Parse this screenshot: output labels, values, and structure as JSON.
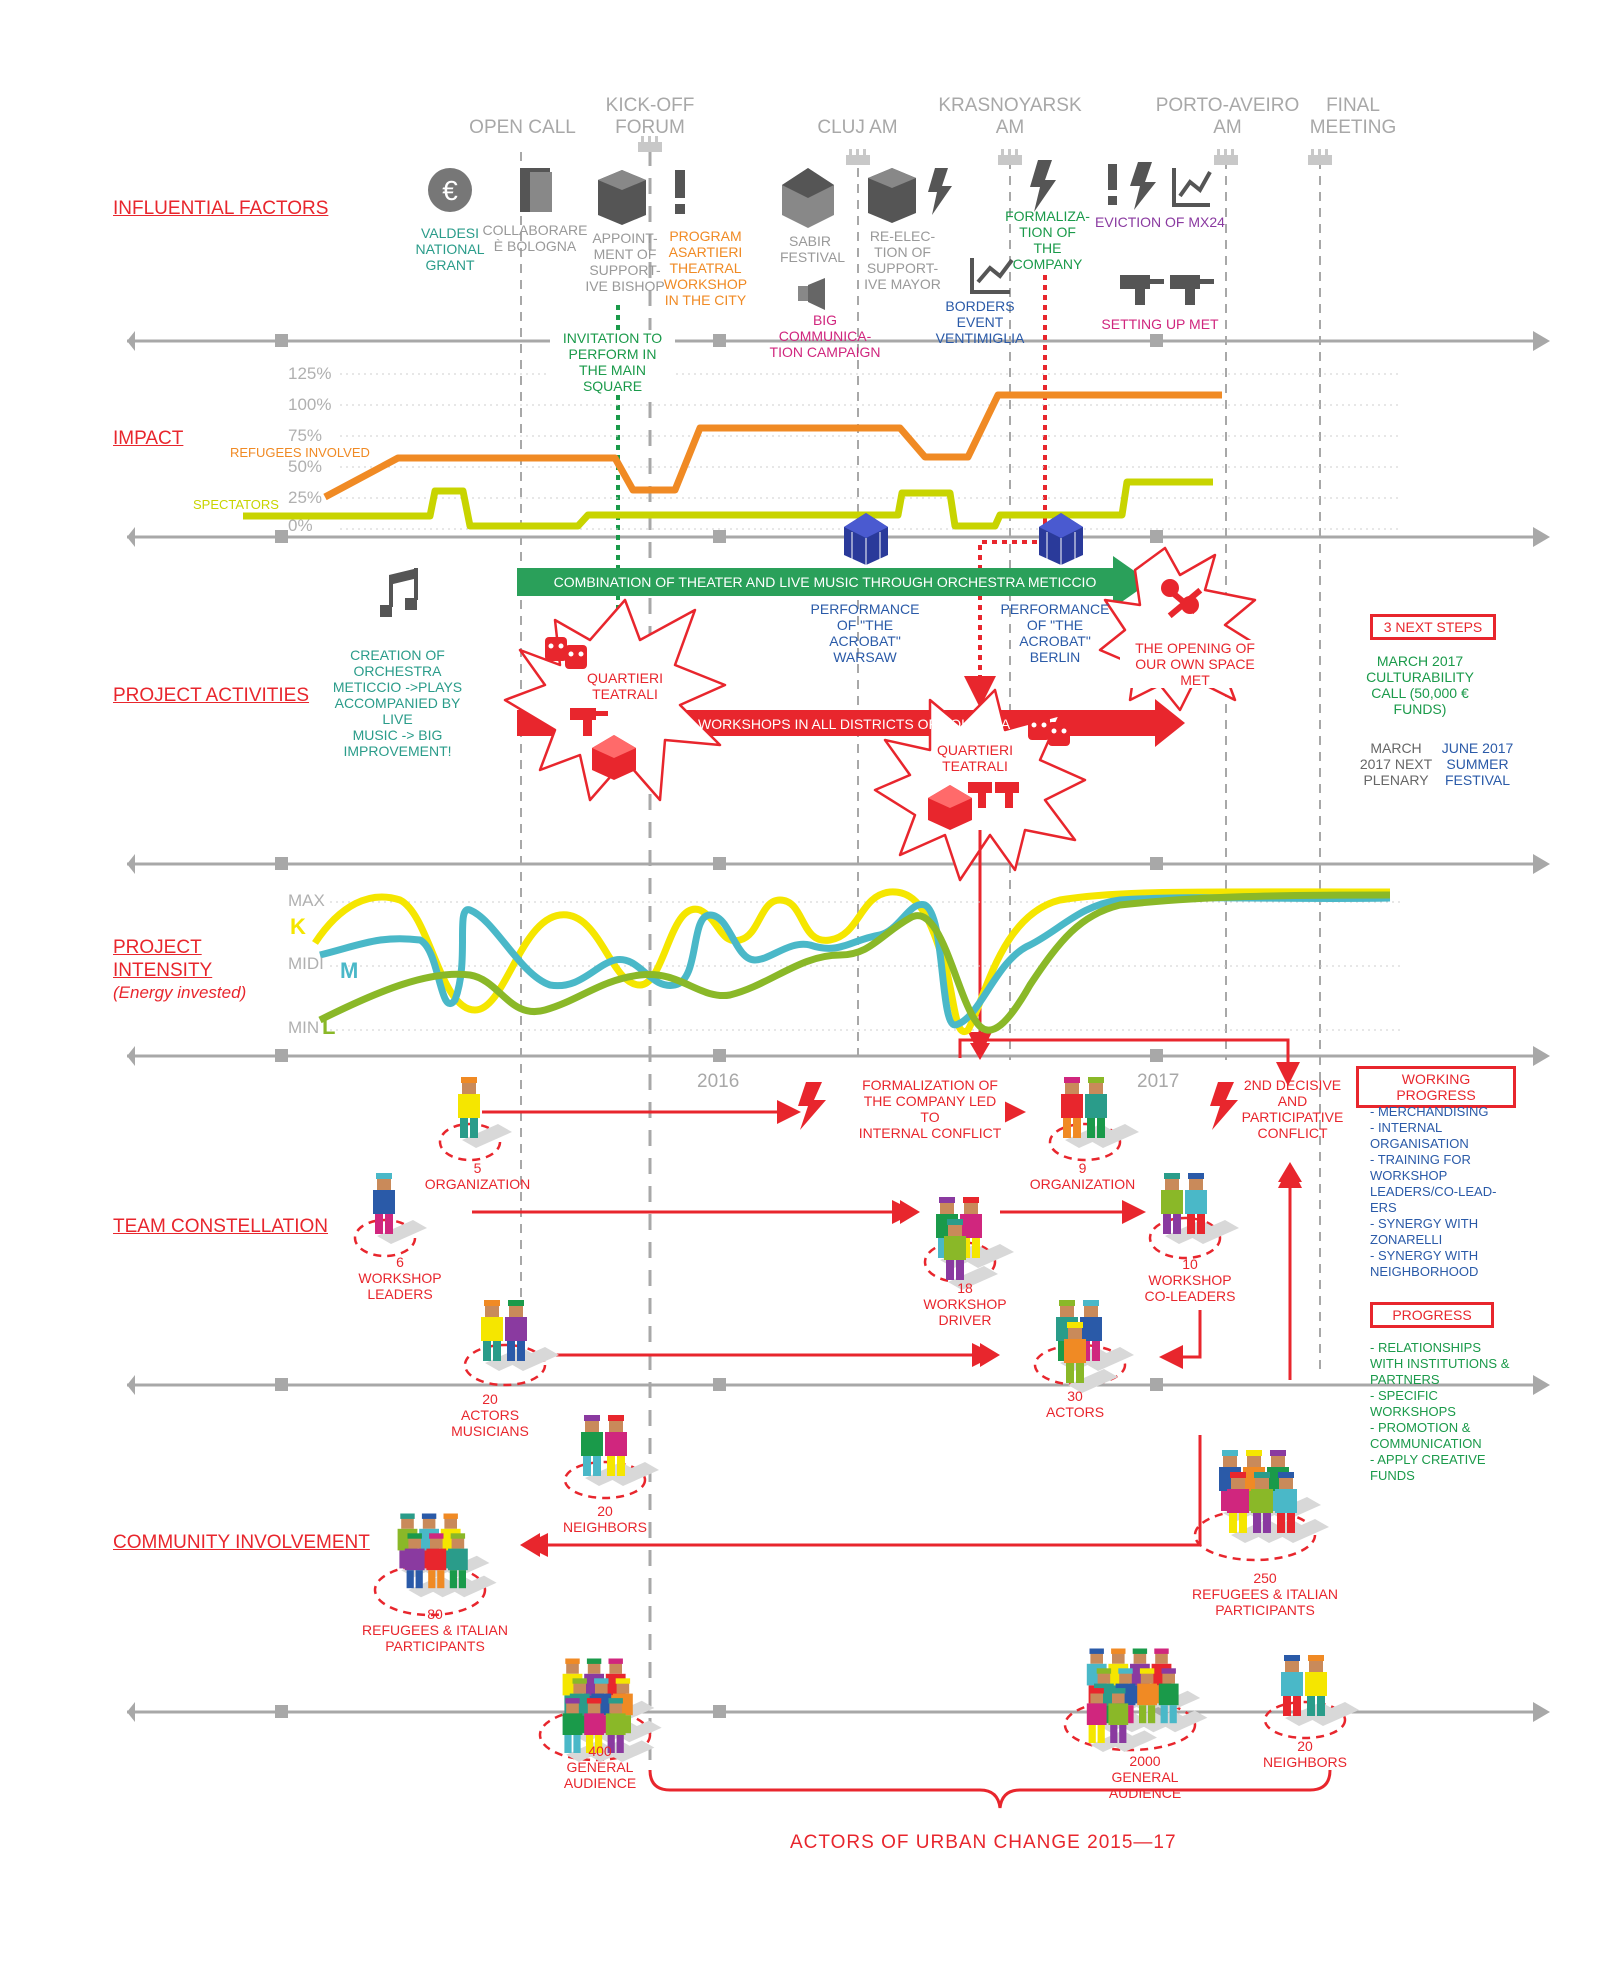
{
  "colors": {
    "red": "#e8262d",
    "grey": "#a8a8a8",
    "orange": "#f08a24",
    "lime": "#c8d400",
    "teal": "#2a9c8a",
    "purple": "#8a3aa0",
    "blue": "#2a5aa8",
    "green": "#1a9a4a",
    "magenta": "#d0267e",
    "yellow": "#f5e600",
    "cyan": "#4ab8c8",
    "olive": "#8ab828"
  },
  "milestones": [
    {
      "label": "OPEN CALL"
    },
    {
      "label": "KICK-OFF\nFORUM"
    },
    {
      "label": "CLUJ AM"
    },
    {
      "label": "KRASNOYARSK\nAM"
    },
    {
      "label": "PORTO-AVEIRO\nAM"
    },
    {
      "label": "FINAL\nMEETING"
    }
  ],
  "sections": {
    "influential": "INFLUENTIAL FACTORS",
    "impact": "IMPACT",
    "activities": "PROJECT ACTIVITIES",
    "intensity": "PROJECT\nINTENSITY",
    "intensity_sub": "(Energy invested)",
    "team": "TEAM CONSTELLATION",
    "community": "COMMUNITY INVOLVEMENT"
  },
  "factors": [
    {
      "text": "VALDESI\nNATIONAL\nGRANT",
      "color": "teal",
      "icon": "euro-icon"
    },
    {
      "text": "COLLABORARE\nÈ BOLOGNA",
      "color": "grey",
      "icon": "book-icon"
    },
    {
      "text": "APPOINT-\nMENT OF\nSUPPORT-\nIVE BISHOP",
      "color": "grey",
      "icon": "ballot-box-icon"
    },
    {
      "text": "PROGRAM\nASARTIERI\nTHEATRAL\nWORKSHOP\nIN THE CITY",
      "color": "orange",
      "icon": "exclamation-icon"
    },
    {
      "text": "SABIR\nFESTIVAL",
      "color": "grey",
      "icon": "circus-tent-icon"
    },
    {
      "text": "RE-ELEC-\nTION OF\nSUPPORT-\nIVE MAYOR",
      "color": "grey",
      "icon": "ballot-box-icon"
    },
    {
      "text": "BIG\nCOMMUNICA-\nTION CAMPAIGN",
      "color": "magenta",
      "icon": "megaphone-icon"
    },
    {
      "text": "BORDERS\nEVENT\nVENTIMIGLIA",
      "color": "blue",
      "icon": "lightning-icon"
    },
    {
      "text": "FORMALIZA-\nTION OF\nTHE\nCOMPANY",
      "color": "green",
      "icon": "lightning-icon"
    },
    {
      "text": "EVICTION OF MX24",
      "color": "purple",
      "icon": "chart-icon"
    },
    {
      "text": "SETTING UP MET",
      "color": "magenta",
      "icon": "drill-icon"
    },
    {
      "text": "INVITATION TO\nPERFORM IN\nTHE MAIN\nSQUARE",
      "color": "green",
      "icon": ""
    }
  ],
  "impact": {
    "ticks": [
      "125%",
      "100%",
      "75%",
      "50%",
      "25%",
      "0%"
    ],
    "series": [
      {
        "name": "REFUGEES INVOLVED",
        "color": "orange"
      },
      {
        "name": "SPECTATORS",
        "color": "lime"
      }
    ]
  },
  "activities": {
    "green_bar": "COMBINATION OF THEATER AND LIVE MUSIC THROUGH ORCHESTRA METICCIO",
    "red_bar": "THEATER WORKSHOPS IN ALL DISTRICTS OF BOLOGNA",
    "orchestra": "CREATION OF\nORCHESTRA\nMETICCIO ->PLAYS\nACCOMPANIED BY\nLIVE\nMUSIC -> BIG\nIMPROVEMENT!",
    "quartieri1": "QUARTIERI\nTEATRALI",
    "quartieri2": "QUARTIERI\nTEATRALI",
    "warsaw": "PERFORMANCE\nOF \"THE\nACROBAT\"\nWARSAW",
    "berlin": "PERFORMANCE\nOF \"THE\nACROBAT\"\nBERLIN",
    "opening": "THE OPENING OF\nOUR OWN SPACE\nMET",
    "next_steps_title": "3 NEXT STEPS",
    "step1": "MARCH 2017\nCULTURABILITY\nCALL (50,000 €\nFUNDS)",
    "step2": "MARCH\n2017 NEXT\nPLENARY",
    "step3": "JUNE 2017\nSUMMER\nFESTIVAL"
  },
  "intensity": {
    "levels": [
      "MAX",
      "MIDI",
      "MIN"
    ],
    "series": [
      {
        "name": "K",
        "color": "yellow"
      },
      {
        "name": "M",
        "color": "cyan"
      },
      {
        "name": "L",
        "color": "olive"
      }
    ]
  },
  "years": [
    "2016",
    "2017"
  ],
  "team": {
    "conflict1": "FORMALIZATION OF\nTHE COMPANY LED TO\nINTERNAL CONFLICT",
    "conflict2": "2ND DECISIVE\nAND\nPARTICIPATIVE\nCONFLICT",
    "groups": [
      {
        "label": "5\nORGANIZATION"
      },
      {
        "label": "9\nORGANIZATION"
      },
      {
        "label": "6\nWORKSHOP\nLEADERS"
      },
      {
        "label": "18\nWORKSHOP\nDRIVER"
      },
      {
        "label": "10\nWORKSHOP\nCO-LEADERS"
      },
      {
        "label": "20\nACTORS\nMUSICIANS"
      },
      {
        "label": "30\nACTORS"
      }
    ],
    "working_progress_title": "WORKING PROGRESS",
    "working_progress": "- MERCHANDISING\n- INTERNAL\nORGANISATION\n- TRAINING FOR\nWORKSHOP\nLEADERS/CO-LEAD-\nERS\n- SYNERGY WITH\nZONARELLI\n- SYNERGY WITH\nNEIGHBORHOOD",
    "progress_title": "PROGRESS",
    "progress": "- RELATIONSHIPS\nWITH INSTITUTIONS &\nPARTNERS\n- SPECIFIC\nWORKSHOPS\n- PROMOTION &\nCOMMUNICATION\n- APPLY CREATIVE\nFUNDS"
  },
  "community": {
    "groups": [
      {
        "label": "20\nNEIGHBORS"
      },
      {
        "label": "80\nREFUGEES & ITALIAN\nPARTICIPANTS"
      },
      {
        "label": "400\nGENERAL\nAUDIENCE"
      },
      {
        "label": "250\nREFUGEES & ITALIAN\nPARTICIPANTS"
      },
      {
        "label": "2000\nGENERAL\nAUDIENCE"
      },
      {
        "label": "20\nNEIGHBORS"
      }
    ],
    "footer": "ACTORS OF URBAN CHANGE 2015—17"
  }
}
